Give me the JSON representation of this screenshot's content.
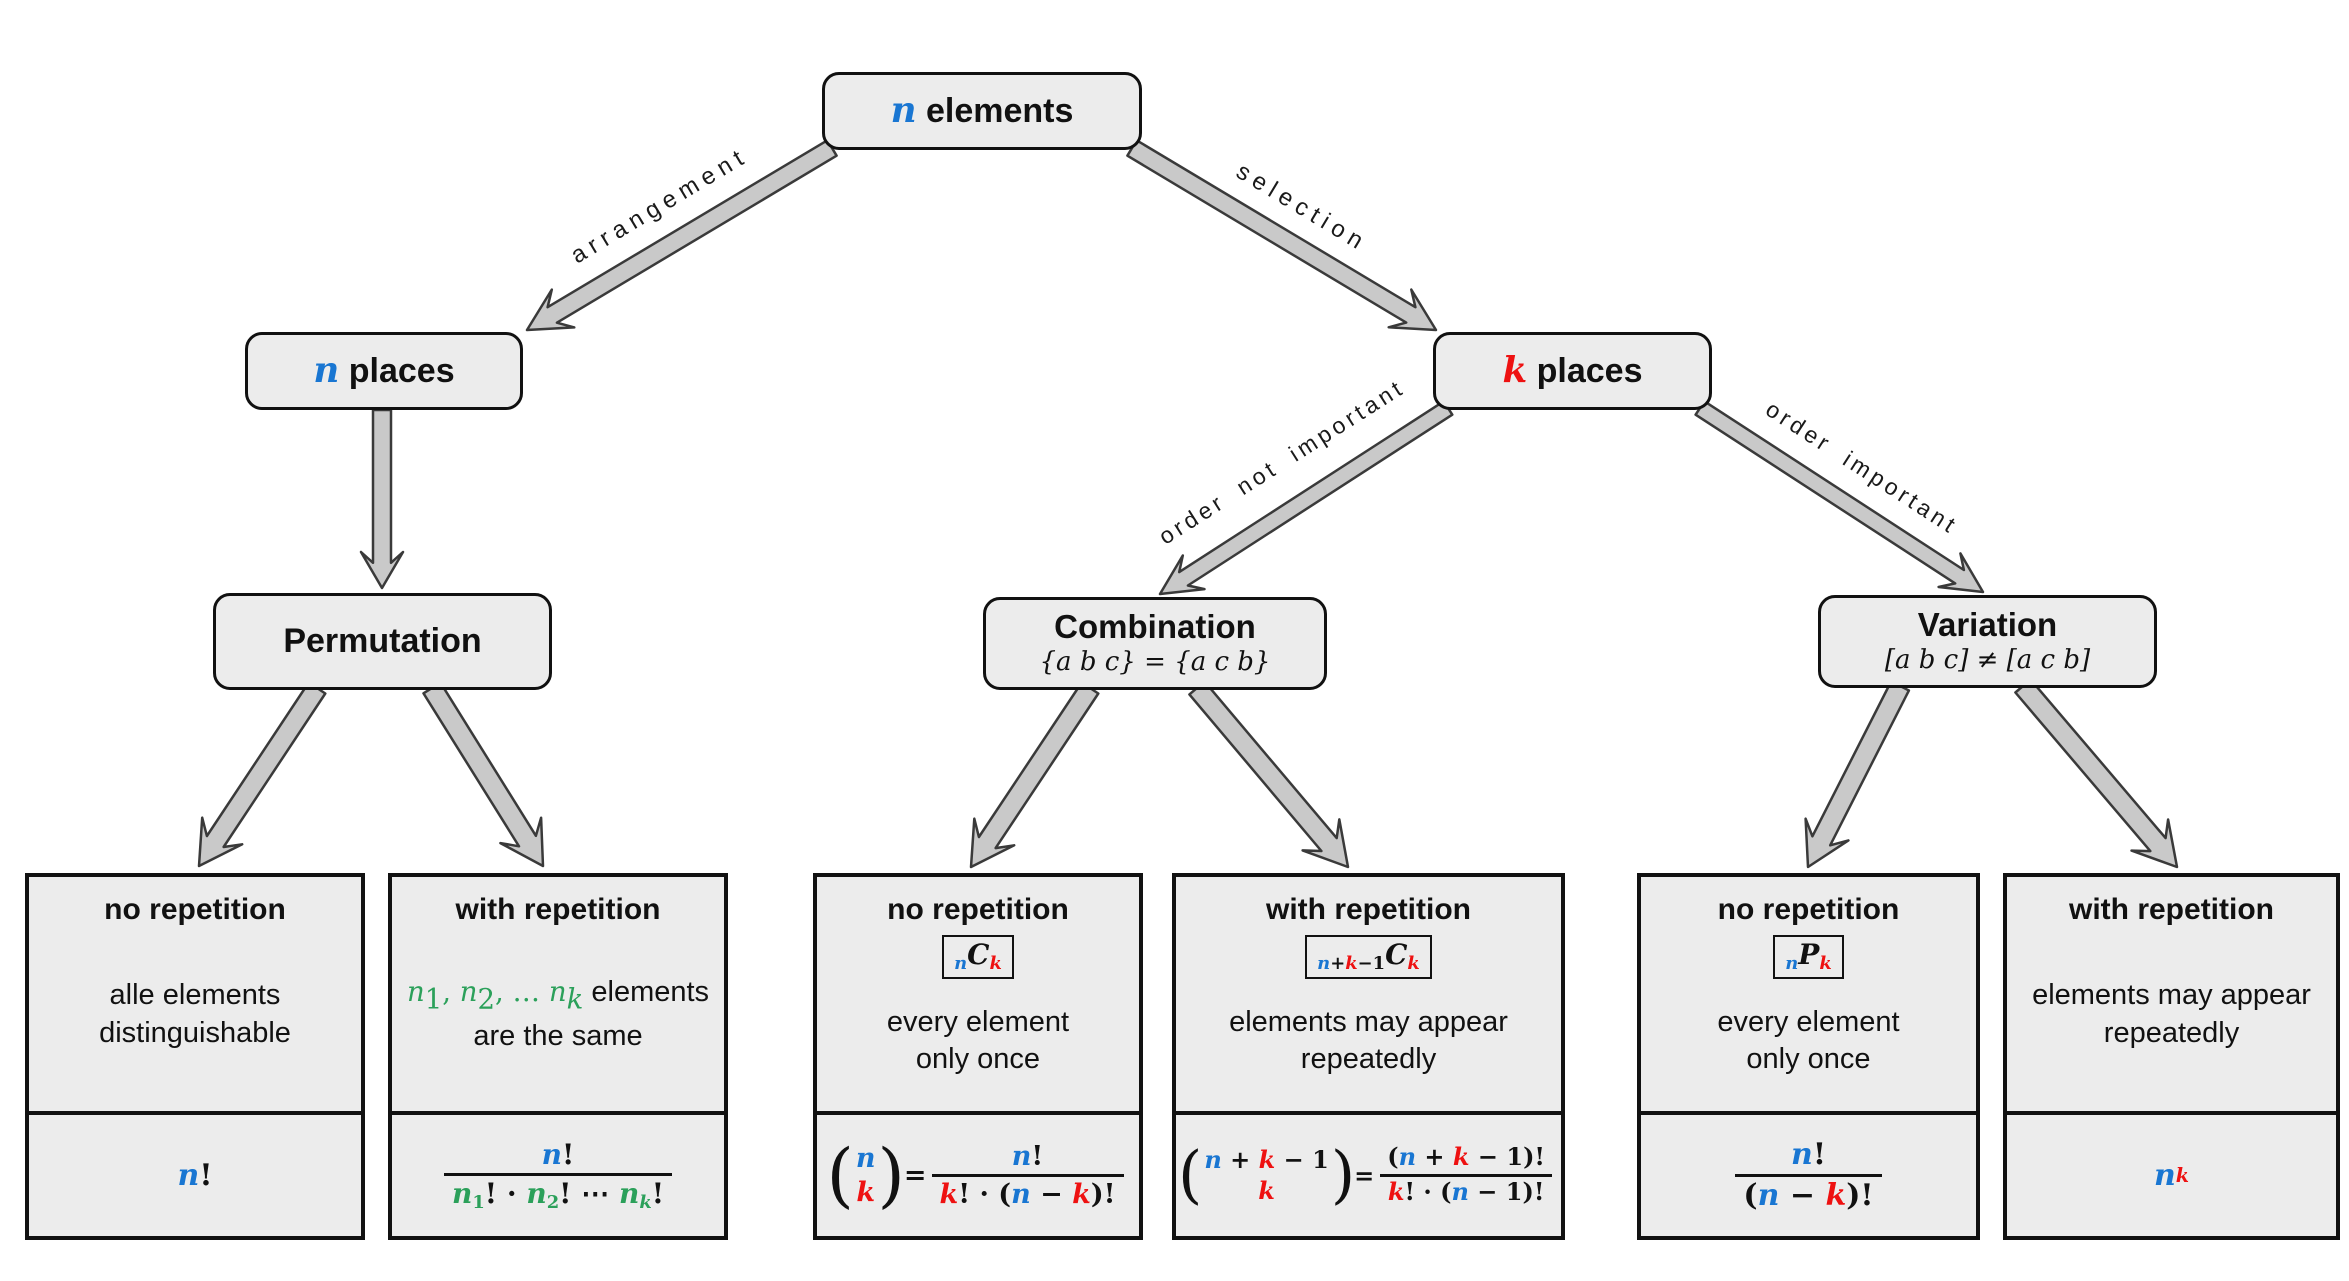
{
  "palette": {
    "blue": "#1976d2",
    "red": "#ee1111",
    "green": "#2ba05a",
    "ink": "#111111",
    "box_fill": "#ececec",
    "arrow_fill": "#c9c9c9",
    "arrow_edge": "#3a3a3a"
  },
  "nodes": {
    "n_elements": {
      "label": [
        {
          "t": "n",
          "c": "blue",
          "m": true
        },
        {
          "t": " elements"
        }
      ]
    },
    "n_places": {
      "label": [
        {
          "t": "n",
          "c": "blue",
          "m": true
        },
        {
          "t": " places"
        }
      ]
    },
    "k_places": {
      "label": [
        {
          "t": "k",
          "c": "red",
          "m": true
        },
        {
          "t": " places"
        }
      ]
    },
    "permutation": {
      "label": [
        {
          "t": "Permutation"
        }
      ]
    },
    "combination": {
      "label": [
        {
          "t": "Combination"
        }
      ],
      "subtitle": [
        {
          "t": "{a b c} = {a c b}",
          "m": true
        }
      ]
    },
    "variation": {
      "label": [
        {
          "t": "Variation"
        }
      ],
      "subtitle": [
        {
          "t": "[a b c] ≠ [a c b]",
          "m": true
        }
      ]
    }
  },
  "edge_labels": [
    "arrangement",
    "selection",
    "order not important",
    "order important"
  ],
  "leaves": [
    {
      "title": "no repetition",
      "badge": [],
      "desc": [
        [
          {
            "t": "alle elements"
          }
        ],
        [
          {
            "t": "distinguishable"
          }
        ]
      ],
      "formula": [
        {
          "t": "n",
          "c": "blue",
          "m": true
        },
        {
          "t": "!",
          "m": true
        }
      ]
    },
    {
      "title": "with repetition",
      "badge": [],
      "desc": [
        [
          {
            "t": "n",
            "c": "green",
            "m": true
          },
          {
            "t": "1",
            "c": "green",
            "m": true,
            "v": "sub"
          },
          {
            "t": ", ",
            "c": "green",
            "m": true
          },
          {
            "t": "n",
            "c": "green",
            "m": true
          },
          {
            "t": "2",
            "c": "green",
            "m": true,
            "v": "sub"
          },
          {
            "t": ", … ",
            "c": "green",
            "m": true
          },
          {
            "t": "n",
            "c": "green",
            "m": true
          },
          {
            "t": "k",
            "c": "green",
            "m": true,
            "v": "sub"
          },
          {
            "t": " elements"
          }
        ],
        [
          {
            "t": "are the same"
          }
        ]
      ],
      "formula": [
        {
          "frac": {
            "num": [
              {
                "t": "n",
                "c": "blue",
                "m": true
              },
              {
                "t": "!",
                "m": true
              }
            ],
            "den": [
              {
                "t": "n",
                "c": "green",
                "m": true
              },
              {
                "t": "1",
                "c": "green",
                "m": true,
                "v": "sub"
              },
              {
                "t": "!",
                "m": true
              },
              {
                "t": " · ",
                "m": true
              },
              {
                "t": "n",
                "c": "green",
                "m": true
              },
              {
                "t": "2",
                "c": "green",
                "m": true,
                "v": "sub"
              },
              {
                "t": "!",
                "m": true
              },
              {
                "t": " ⋯ ",
                "m": true
              },
              {
                "t": "n",
                "c": "green",
                "m": true
              },
              {
                "t": "k",
                "c": "green",
                "m": true,
                "v": "sub"
              },
              {
                "t": "!",
                "m": true
              }
            ]
          }
        }
      ]
    },
    {
      "title": "no repetition",
      "badge": [
        {
          "t": "n",
          "c": "blue",
          "m": true,
          "v": "sub"
        },
        {
          "t": "C",
          "m": true
        },
        {
          "t": "k",
          "c": "red",
          "m": true,
          "v": "sub"
        }
      ],
      "desc": [
        [
          {
            "t": "every element"
          }
        ],
        [
          {
            "t": "only once"
          }
        ]
      ],
      "formula": [
        {
          "binom": {
            "top": [
              {
                "t": "n",
                "c": "blue",
                "m": true
              }
            ],
            "bot": [
              {
                "t": "k",
                "c": "red",
                "m": true
              }
            ]
          }
        },
        {
          "t": " = ",
          "m": true
        },
        {
          "frac": {
            "num": [
              {
                "t": "n",
                "c": "blue",
                "m": true
              },
              {
                "t": "!",
                "m": true
              }
            ],
            "den": [
              {
                "t": "k",
                "c": "red",
                "m": true
              },
              {
                "t": "! · (",
                "m": true
              },
              {
                "t": "n",
                "c": "blue",
                "m": true
              },
              {
                "t": " − ",
                "m": true
              },
              {
                "t": "k",
                "c": "red",
                "m": true
              },
              {
                "t": ")!",
                "m": true
              }
            ]
          }
        }
      ]
    },
    {
      "title": "with repetition",
      "badge": [
        {
          "t": "n",
          "c": "blue",
          "m": true,
          "v": "sub"
        },
        {
          "t": "+",
          "m": true,
          "v": "sub"
        },
        {
          "t": "k",
          "c": "red",
          "m": true,
          "v": "sub"
        },
        {
          "t": "−1",
          "m": true,
          "v": "sub"
        },
        {
          "t": "C",
          "m": true
        },
        {
          "t": "k",
          "c": "red",
          "m": true,
          "v": "sub"
        }
      ],
      "desc": [
        [
          {
            "t": "elements may appear"
          }
        ],
        [
          {
            "t": "repeatedly"
          }
        ]
      ],
      "formula": [
        {
          "binom": {
            "top": [
              {
                "t": "n",
                "c": "blue",
                "m": true
              },
              {
                "t": " + ",
                "m": true
              },
              {
                "t": "k",
                "c": "red",
                "m": true
              },
              {
                "t": " − 1",
                "m": true
              }
            ],
            "bot": [
              {
                "t": "k",
                "c": "red",
                "m": true
              }
            ]
          }
        },
        {
          "t": " = ",
          "m": true
        },
        {
          "frac": {
            "num": [
              {
                "t": "(",
                "m": true
              },
              {
                "t": "n",
                "c": "blue",
                "m": true
              },
              {
                "t": " + ",
                "m": true
              },
              {
                "t": "k",
                "c": "red",
                "m": true
              },
              {
                "t": " − 1)!",
                "m": true
              }
            ],
            "den": [
              {
                "t": "k",
                "c": "red",
                "m": true
              },
              {
                "t": "! · (",
                "m": true
              },
              {
                "t": "n",
                "c": "blue",
                "m": true
              },
              {
                "t": " − 1)!",
                "m": true
              }
            ]
          }
        }
      ]
    },
    {
      "title": "no repetition",
      "badge": [
        {
          "t": "n",
          "c": "blue",
          "m": true,
          "v": "sub"
        },
        {
          "t": "P",
          "m": true
        },
        {
          "t": "k",
          "c": "red",
          "m": true,
          "v": "sub"
        }
      ],
      "desc": [
        [
          {
            "t": "every element"
          }
        ],
        [
          {
            "t": "only once"
          }
        ]
      ],
      "formula": [
        {
          "frac": {
            "num": [
              {
                "t": "n",
                "c": "blue",
                "m": true
              },
              {
                "t": "!",
                "m": true
              }
            ],
            "den": [
              {
                "t": "(",
                "m": true
              },
              {
                "t": "n",
                "c": "blue",
                "m": true
              },
              {
                "t": " − ",
                "m": true
              },
              {
                "t": "k",
                "c": "red",
                "m": true
              },
              {
                "t": ")!",
                "m": true
              }
            ]
          }
        }
      ]
    },
    {
      "title": "with repetition",
      "badge": [],
      "desc": [
        [
          {
            "t": "elements may appear"
          }
        ],
        [
          {
            "t": "repeatedly"
          }
        ]
      ],
      "formula": [
        {
          "t": "n",
          "c": "blue",
          "m": true
        },
        {
          "t": "k",
          "c": "red",
          "m": true,
          "v": "sup"
        }
      ]
    }
  ]
}
